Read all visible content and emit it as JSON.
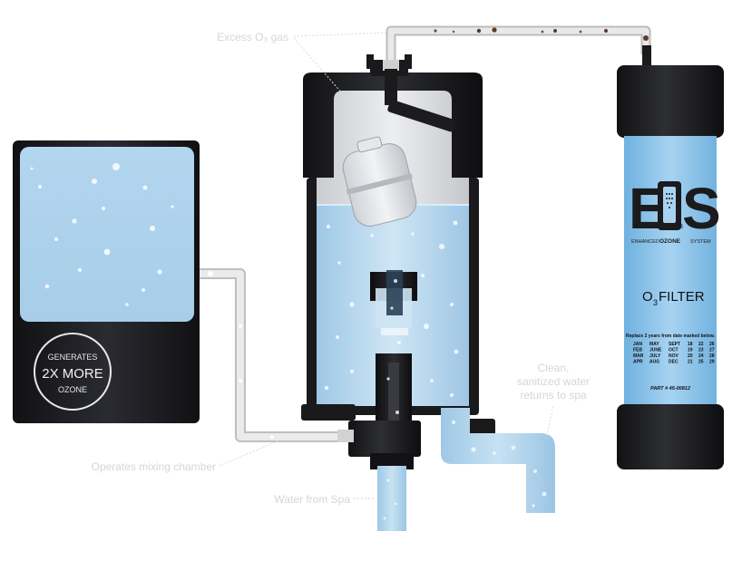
{
  "generator": {
    "badge_line1": "GENERATES",
    "badge_line2": "2X MORE",
    "badge_line3": "OZONE"
  },
  "callouts": {
    "excess_gas": "Excess O₃ gas",
    "mixing_chamber": "Operates mixing chamber",
    "water_from_spa": "Water from Spa",
    "clean_water_1": "Clean,",
    "clean_water_2": "sanitized water",
    "clean_water_3": "returns to spa"
  },
  "filter": {
    "logo_e": "E",
    "logo_s": "S",
    "logo_sub3": "3",
    "tag_left": "ENHANCED",
    "tag_mid": "OZONE",
    "tag_right": "SYSTEM",
    "title_o": "O",
    "title_sub": "3",
    "title_rest": " FILTER",
    "replace_note": "Replace 2 years from date marked below.",
    "months_col1": [
      "JAN",
      "FEB",
      "MAR",
      "APR"
    ],
    "months_col2": [
      "MAY",
      "JUNE",
      "JULY",
      "AUG"
    ],
    "months_col3": [
      "SEPT",
      "OCT",
      "NOV",
      "DEC"
    ],
    "days_col4": [
      "18",
      "19",
      "20",
      "21"
    ],
    "days_col5": [
      "22",
      "23",
      "24",
      "25"
    ],
    "days_col6": [
      "26",
      "27",
      "28",
      "29"
    ],
    "part": "PART # 45-00812"
  },
  "colors": {
    "water": "#b9d9ee",
    "housing": "#1b1b1d",
    "pipe": "#e5e5e5",
    "label": "#d6d6d6"
  }
}
